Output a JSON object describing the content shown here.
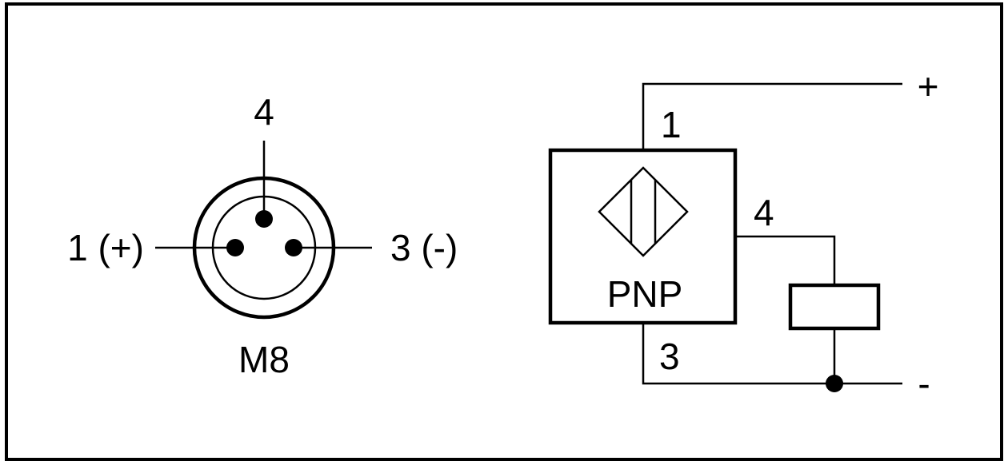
{
  "connector": {
    "pin_top_label": "4",
    "pin_left_label": "1 (+)",
    "pin_right_label": "3 (-)",
    "type_label": "M8"
  },
  "sensor": {
    "output_type": "PNP",
    "pin1_label": "1",
    "pin4_label": "4",
    "pin3_label": "3"
  },
  "supply": {
    "plus_label": "+",
    "minus_label": "-"
  },
  "colors": {
    "line": "#000000",
    "background": "#ffffff"
  }
}
